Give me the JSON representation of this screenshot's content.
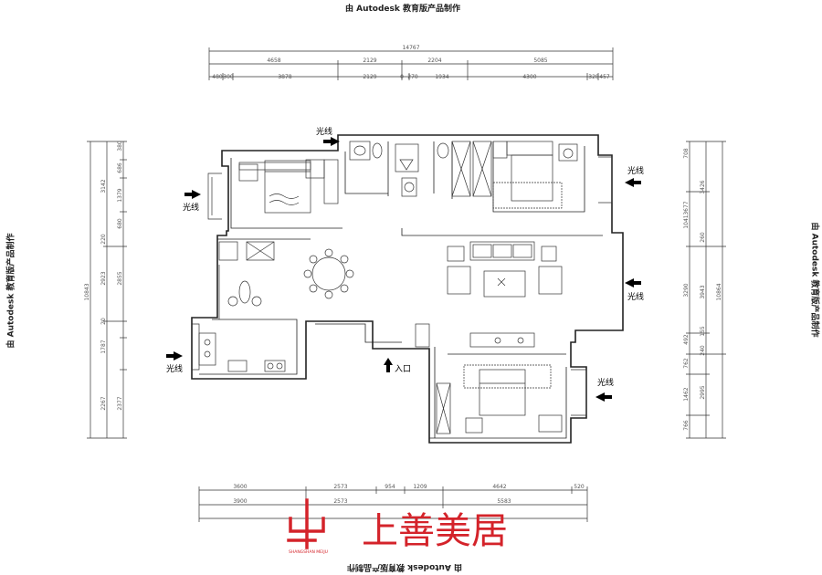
{
  "watermark": {
    "top": "由 Autodesk 教育版产品制作",
    "bottom": "由 Autodesk 教育版产品制作",
    "left": "由 Autodesk 教育版产品制作",
    "right": "由 Autodesk 教育版产品制作"
  },
  "labels": {
    "light": "光线",
    "entrance": "入口"
  },
  "dimensions": {
    "top_total": "14767",
    "top_row2": [
      "4658",
      "2129",
      "2204",
      "5085"
    ],
    "top_row3": [
      "480",
      "300",
      "3878",
      "2129",
      "0",
      "270",
      "1934",
      "4300",
      "328",
      "457"
    ],
    "left_col1": [
      "380",
      "3142",
      "686",
      "1379",
      "680",
      "220",
      "2923",
      "2855",
      "20",
      "1787",
      "2267",
      "2377",
      "10843"
    ],
    "right_col": [
      "708",
      "3677",
      "3426",
      "1041",
      "260",
      "3290",
      "3943",
      "10864",
      "155",
      "492",
      "240",
      "762",
      "1462",
      "2995",
      "766"
    ],
    "bottom_row1": [
      "3600",
      "2573",
      "954",
      "1209",
      "4642",
      "520"
    ],
    "bottom_row2": [
      "3900",
      "2573",
      "5583"
    ]
  },
  "logo": {
    "text": "上善美居",
    "subtext": "SHANGSHAN MEIJU",
    "color": "#d4232a"
  }
}
